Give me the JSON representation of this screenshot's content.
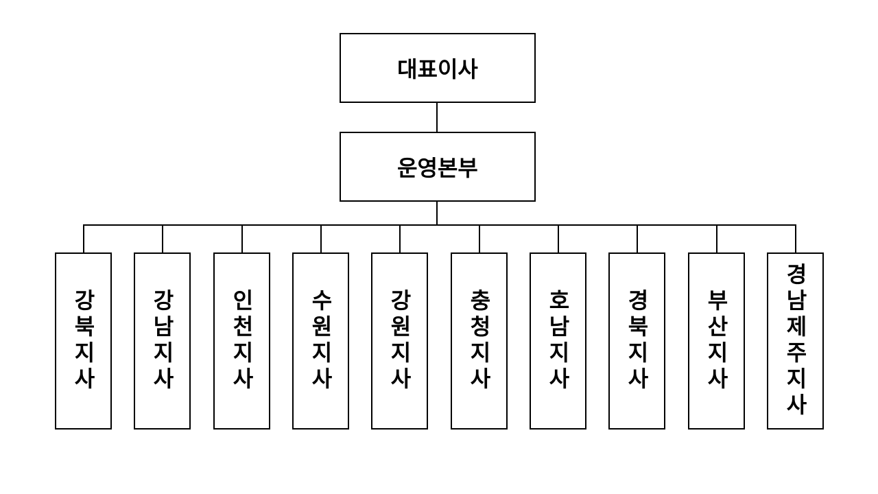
{
  "org_chart": {
    "root": {
      "label": "대표이사"
    },
    "division": {
      "label": "운영본부"
    },
    "branches": [
      {
        "label": "강북지사"
      },
      {
        "label": "강남지사"
      },
      {
        "label": "인천지사"
      },
      {
        "label": "수원지사"
      },
      {
        "label": "강원지사"
      },
      {
        "label": "충청지사"
      },
      {
        "label": "호남지사"
      },
      {
        "label": "경북지사"
      },
      {
        "label": "부산지사"
      },
      {
        "label": "경남제주지사"
      }
    ],
    "colors": {
      "box_background": "#ffffff",
      "box_border": "#000000",
      "text": "#000000",
      "connector": "#000000"
    }
  }
}
